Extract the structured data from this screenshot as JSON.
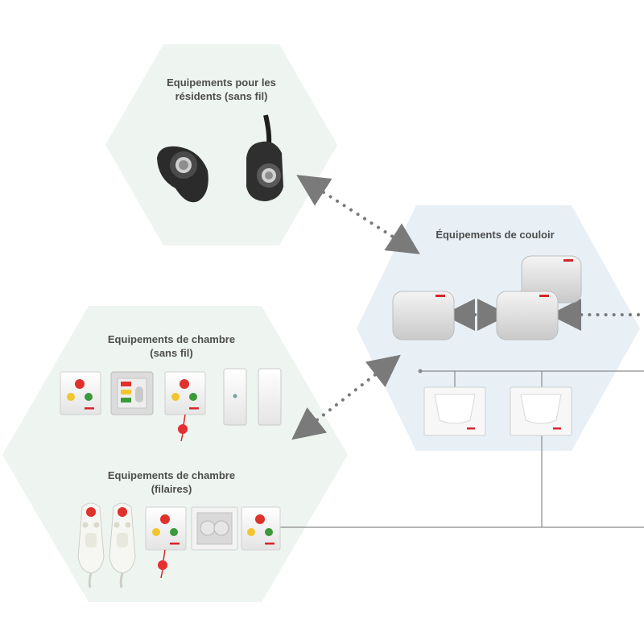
{
  "groups": {
    "residents": {
      "title_line1": "Equipements pour les",
      "title_line2": "résidents (sans fil)",
      "fill": "#eef4f0"
    },
    "corridor": {
      "title": "Équipements de couloir",
      "fill": "#e8f0f6"
    },
    "room_wireless": {
      "title_line1": "Equipements de chambre",
      "title_line2": "(sans fil)",
      "fill": "#eef4f0"
    },
    "room_wired": {
      "title_line1": "Equipements de chambre",
      "title_line2": "(filaires)"
    }
  },
  "colors": {
    "connector_dots": "#7a7a7a",
    "wire": "#8a8a8a",
    "button_red": "#e0312c",
    "button_yellow": "#f2c530",
    "button_green": "#3a9a3a",
    "brand_red": "#d4262b"
  },
  "devices": {
    "residents": [
      "wrist-transmitter",
      "pendant-transmitter"
    ],
    "corridor": [
      "corridor-display-left",
      "corridor-display-right",
      "corridor-display-back",
      "corridor-lamp-left",
      "corridor-lamp-right"
    ],
    "room_wireless": [
      "call-button-unit",
      "status-light-panel",
      "call-unit-with-pull-cord",
      "door-sensor",
      "motion-sensor"
    ],
    "room_wired": [
      "bed-handset-left",
      "bed-handset-right",
      "call-unit-with-pull-cord-wired",
      "speaker-unit",
      "call-button-unit-wired"
    ]
  }
}
